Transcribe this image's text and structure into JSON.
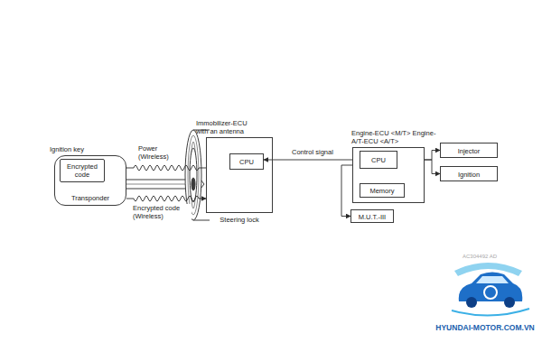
{
  "diagram": {
    "nodes": [
      {
        "text": [
          "Ignition key",
          "Transponder"
        ]
      },
      {
        "text": [
          "Encrypted code"
        ],
        "in": 0
      },
      {
        "text": [
          "Immobilizer-ECU with an antenna",
          "Steering lock"
        ]
      },
      {
        "text": [
          "CPU"
        ],
        "in": 2
      },
      {
        "text": [
          "Engine-ECU <M/T> Engine-A/T-ECU <A/T>"
        ]
      },
      {
        "text": [
          "CPU"
        ],
        "in": 4
      },
      {
        "text": [
          "Memory"
        ],
        "in": 4
      },
      {
        "text": [
          "Injector"
        ]
      },
      {
        "text": [
          "Ignition"
        ]
      },
      {
        "text": [
          "M.U.T.-III"
        ]
      }
    ],
    "edges": [
      {
        "from": 2,
        "to": 0,
        "arrow": "to",
        "label": "Power (Wireless)"
      },
      {
        "from": 0,
        "to": 2,
        "arrow": "to",
        "label": "Encrypted code (Wireless)"
      },
      {
        "from": 3,
        "to": 5,
        "arrow": "both",
        "label": "Control signal"
      },
      {
        "from": 5,
        "to": 6,
        "arrow": "both"
      },
      {
        "from": 5,
        "to": 7,
        "arrow": "to"
      },
      {
        "from": 5,
        "to": 8,
        "arrow": "to"
      },
      {
        "from": 5,
        "to": 9,
        "arrow": "both"
      }
    ],
    "labels": [
      "AC304492 AD",
      "HYUNDAI-MOTOR.COM.VN"
    ]
  }
}
